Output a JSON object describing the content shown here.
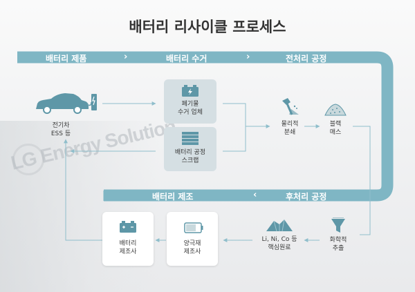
{
  "title": "배터리 리사이클 프로세스",
  "top_stages": [
    "배터리 제품",
    "배터리 수거",
    "전처리 공정"
  ],
  "bottom_stages": [
    "배터리 제조",
    "후처리 공정"
  ],
  "nodes": {
    "ev": [
      "전기차",
      "ESS 등"
    ],
    "waste": [
      "폐기물",
      "수거 업체"
    ],
    "scrap": [
      "배터리 공정",
      "스크랩"
    ],
    "crush": [
      "물리적",
      "분쇄"
    ],
    "black_mass": [
      "블랙",
      "매스"
    ],
    "chem": [
      "화학적",
      "추출"
    ],
    "raw": [
      "Li, Ni, Co 등",
      "핵심원료"
    ],
    "cathode": [
      "양극재",
      "제조사"
    ],
    "maker": [
      "배터리",
      "제조사"
    ]
  },
  "colors": {
    "teal": "#7fb6c4",
    "teal_dark": "#6aa7b7",
    "icon": "#5e97a7",
    "arrow": "#8fbecb"
  },
  "icons": [
    "car-charging-icon",
    "battery-icon",
    "battery-stack-icon",
    "hammer-icon",
    "powder-pile-icon",
    "funnel-icon",
    "mineral-pile-icon",
    "cylinder-cell-icon"
  ]
}
